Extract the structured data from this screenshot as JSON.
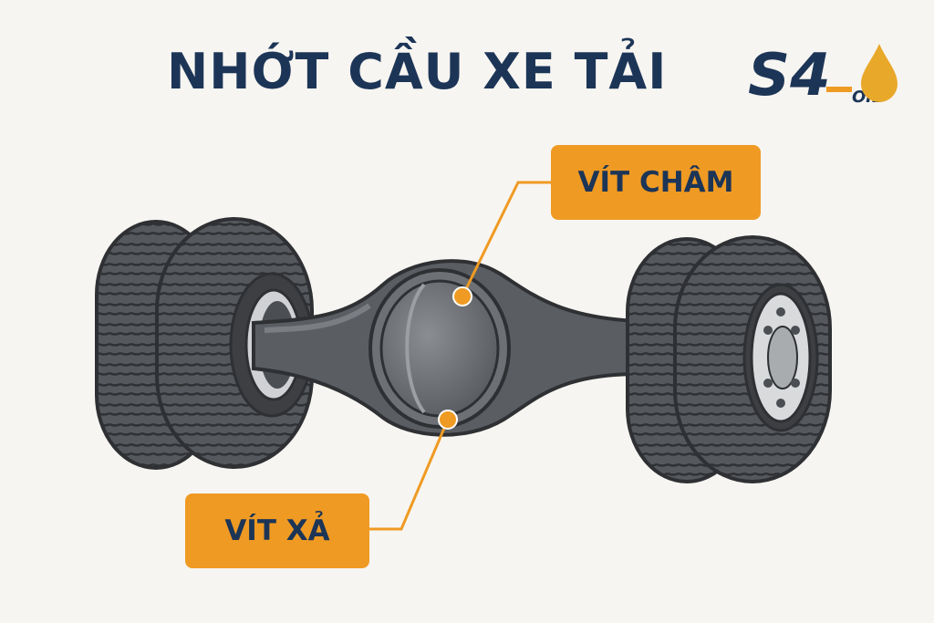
{
  "title": "NHỚT CẦU XE TẢI",
  "logo": {
    "mark": "S4",
    "subtext": "OIL"
  },
  "labels": {
    "fill_screw": "VÍT CHÂM",
    "drain_screw": "VÍT XẢ"
  },
  "colors": {
    "title": "#1c3557",
    "accent": "#ef9a23",
    "axle": "#5a5e63",
    "tire": "#4a4d52",
    "background": "#f7f5f1"
  }
}
